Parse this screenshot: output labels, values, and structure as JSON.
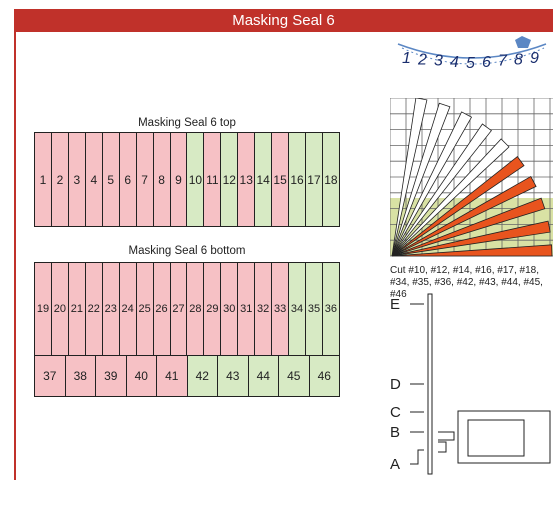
{
  "title": "Masking Seal 6",
  "top": {
    "label": "Masking Seal 6 top",
    "cells": [
      {
        "n": "1",
        "c": "pink"
      },
      {
        "n": "2",
        "c": "pink"
      },
      {
        "n": "3",
        "c": "pink"
      },
      {
        "n": "4",
        "c": "pink"
      },
      {
        "n": "5",
        "c": "pink"
      },
      {
        "n": "6",
        "c": "pink"
      },
      {
        "n": "7",
        "c": "pink"
      },
      {
        "n": "8",
        "c": "pink"
      },
      {
        "n": "9",
        "c": "pink"
      },
      {
        "n": "10",
        "c": "green"
      },
      {
        "n": "11",
        "c": "pink"
      },
      {
        "n": "12",
        "c": "green"
      },
      {
        "n": "13",
        "c": "pink"
      },
      {
        "n": "14",
        "c": "green"
      },
      {
        "n": "15",
        "c": "pink"
      },
      {
        "n": "16",
        "c": "green"
      },
      {
        "n": "17",
        "c": "green"
      },
      {
        "n": "18",
        "c": "green"
      }
    ]
  },
  "bottom": {
    "label": "Masking Seal 6 bottom",
    "upper_cells": [
      {
        "n": "19",
        "c": "pink"
      },
      {
        "n": "20",
        "c": "pink"
      },
      {
        "n": "21",
        "c": "pink"
      },
      {
        "n": "22",
        "c": "pink"
      },
      {
        "n": "23",
        "c": "pink"
      },
      {
        "n": "24",
        "c": "pink"
      },
      {
        "n": "25",
        "c": "pink"
      },
      {
        "n": "26",
        "c": "pink"
      },
      {
        "n": "27",
        "c": "pink"
      },
      {
        "n": "28",
        "c": "pink"
      },
      {
        "n": "29",
        "c": "pink"
      },
      {
        "n": "30",
        "c": "pink"
      },
      {
        "n": "31",
        "c": "pink"
      },
      {
        "n": "32",
        "c": "pink"
      },
      {
        "n": "33",
        "c": "pink"
      },
      {
        "n": "34",
        "c": "green"
      },
      {
        "n": "35",
        "c": "green"
      },
      {
        "n": "36",
        "c": "green"
      }
    ],
    "lower_cells": [
      {
        "n": "37",
        "c": "pink"
      },
      {
        "n": "38",
        "c": "pink"
      },
      {
        "n": "39",
        "c": "pink"
      },
      {
        "n": "40",
        "c": "pink"
      },
      {
        "n": "41",
        "c": "pink"
      },
      {
        "n": "42",
        "c": "green"
      },
      {
        "n": "43",
        "c": "green"
      },
      {
        "n": "44",
        "c": "green"
      },
      {
        "n": "45",
        "c": "green"
      },
      {
        "n": "46",
        "c": "green"
      }
    ]
  },
  "dial_numbers": [
    "1",
    "2",
    "3",
    "4",
    "5",
    "6",
    "7",
    "8",
    "9"
  ],
  "fan_cut_indices": [
    0,
    1,
    2,
    3,
    4
  ],
  "cut_text": "Cut #10, #12, #14, #16, #17, #18, #34, #35, #36, #42, #43, #44, #45, #46",
  "side_labels": [
    "E",
    "D",
    "C",
    "B",
    "A"
  ],
  "colors": {
    "accent": "#c0312a",
    "pink": "#f6c1c5",
    "green": "#d7eac4",
    "cut": "#e8541e",
    "highlight": "#d9e2a4"
  }
}
